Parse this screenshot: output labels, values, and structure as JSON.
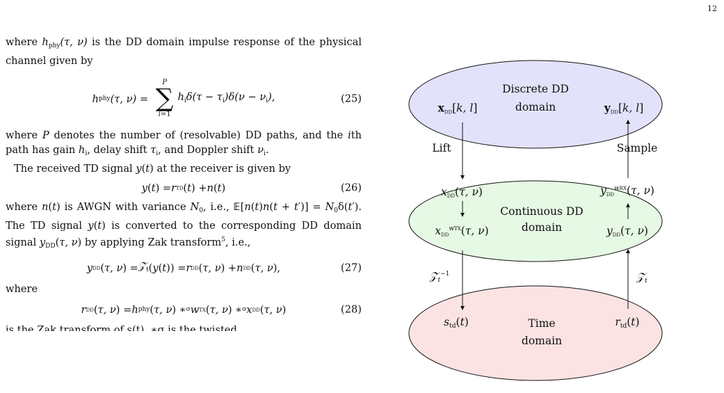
{
  "page": {
    "number": "12"
  },
  "text": {
    "p1_a": "where ",
    "p1_b": " is the DD domain impulse response of the physical channel given by",
    "p2_a": "where ",
    "p2_b": " denotes the number of (resolvable) DD paths, and the ",
    "p2_c": "th path has gain ",
    "p2_d": ", delay shift ",
    "p2_e": ", and Doppler shift ",
    "p2_f": ".",
    "p3_a": "The received TD signal ",
    "p3_b": " at the receiver is given by",
    "p4_a": "where ",
    "p4_b": " is AWGN with variance ",
    "p4_c": ", i.e., ",
    "p4_d": ". The TD signal ",
    "p4_e": " is converted to the corresponding DD domain signal ",
    "p4_f": " by applying Zak transform",
    "p4_g": ", i.e.,",
    "p5": "where",
    "p6": "is the Zak transform of s(t), ∗σ is the twisted"
  },
  "equations": {
    "eq25_num": "(25)",
    "eq26_num": "(26)",
    "eq27_num": "(27)",
    "eq28_num": "(28)",
    "footnote_mark": "5"
  },
  "diagram": {
    "top_ellipse": {
      "title_line1": "Discrete DD",
      "title_line2": "domain",
      "fill": "#e2e2fb"
    },
    "mid_ellipse": {
      "title_line1": "Continuous DD",
      "title_line2": "domain",
      "fill": "#e6f9e4"
    },
    "bot_ellipse": {
      "title_line1": "Time",
      "title_line2": "domain",
      "fill": "#fbe3e3"
    },
    "labels": {
      "lift": "Lift",
      "sample": "Sample"
    }
  }
}
